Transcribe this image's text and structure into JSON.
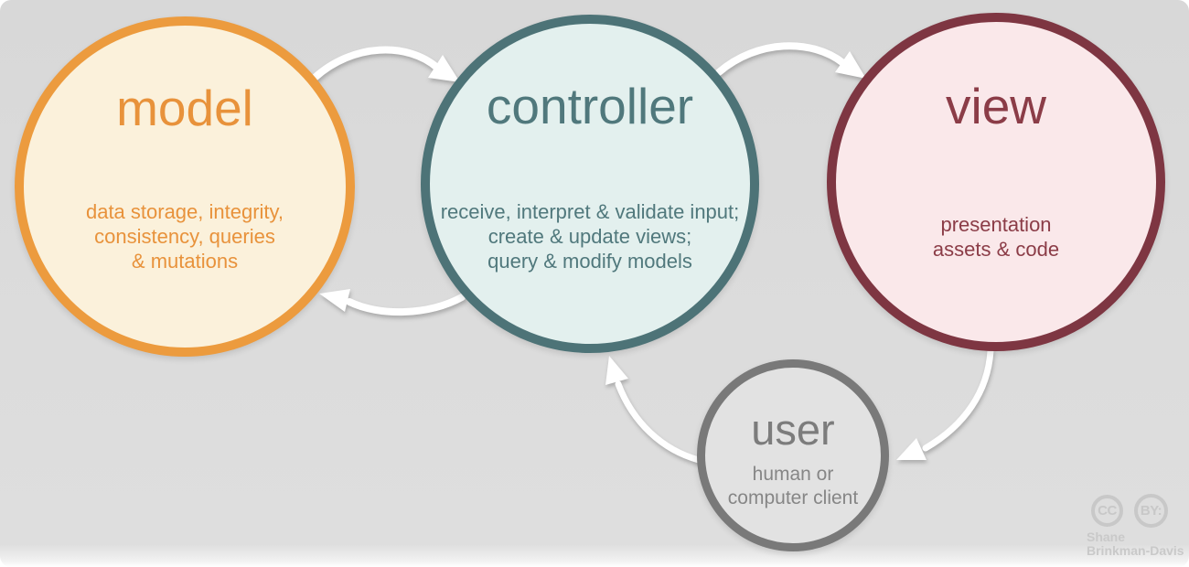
{
  "diagram": {
    "type": "mvc-architecture-flow",
    "background_color": "#dcdcdc",
    "arrow_color": "#ffffff",
    "nodes": [
      {
        "id": "model",
        "label": "model",
        "description": "data storage, integrity,\nconsistency, queries\n& mutations",
        "border_color": "#ec9b3e",
        "fill_color": "#fbf1db",
        "text_color": "#e8923b"
      },
      {
        "id": "controller",
        "label": "controller",
        "description": "receive, interpret & validate input;\ncreate & update views;\nquery & modify models",
        "border_color": "#4d7377",
        "fill_color": "#e3f0ee",
        "text_color": "#50787c"
      },
      {
        "id": "view",
        "label": "view",
        "description": "presentation\nassets & code",
        "border_color": "#7e3642",
        "fill_color": "#fae8ea",
        "text_color": "#8b3c47"
      },
      {
        "id": "user",
        "label": "user",
        "description": "human or\ncomputer client",
        "border_color": "#797979",
        "fill_color": "#e2e2e2",
        "text_color": "#7c7c7c"
      }
    ],
    "edges": [
      {
        "from": "model",
        "to": "controller"
      },
      {
        "from": "controller",
        "to": "view"
      },
      {
        "from": "controller",
        "to": "model"
      },
      {
        "from": "view",
        "to": "user"
      },
      {
        "from": "user",
        "to": "controller"
      }
    ],
    "attribution": {
      "badge_cc": "CC",
      "badge_by": "BY:",
      "author": "Shane\nBrinkman-Davis"
    }
  }
}
